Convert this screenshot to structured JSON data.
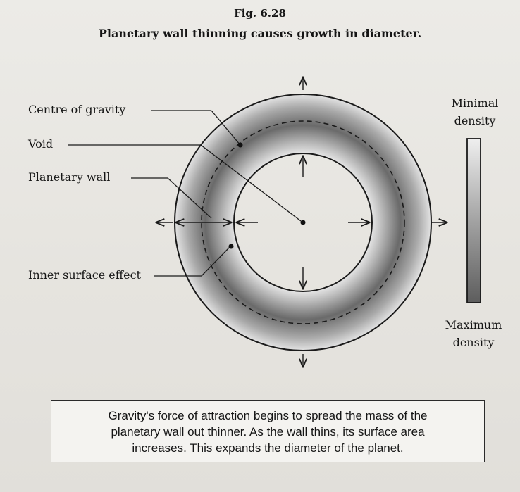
{
  "figure": {
    "number": "Fig. 6.28",
    "title": "Planetary wall thinning causes growth in diameter."
  },
  "labels": {
    "centre_of_gravity": "Centre of gravity",
    "void": "Void",
    "planetary_wall": "Planetary wall",
    "inner_surface_effect": "Inner surface effect"
  },
  "density_scale": {
    "top_line1": "Minimal",
    "top_line2": "density",
    "bottom_line1": "Maximum",
    "bottom_line2": "density"
  },
  "caption": {
    "line1": "Gravity's force of attraction begins to spread the mass of the",
    "line2": "planetary wall out thinner.  As the wall thins, its surface area",
    "line3": "increases.  This expands the diameter of the planet."
  },
  "colors": {
    "ring_dark": "#6b6b6b",
    "ring_light": "#e4e4e4",
    "line": "#1a1a1a"
  }
}
